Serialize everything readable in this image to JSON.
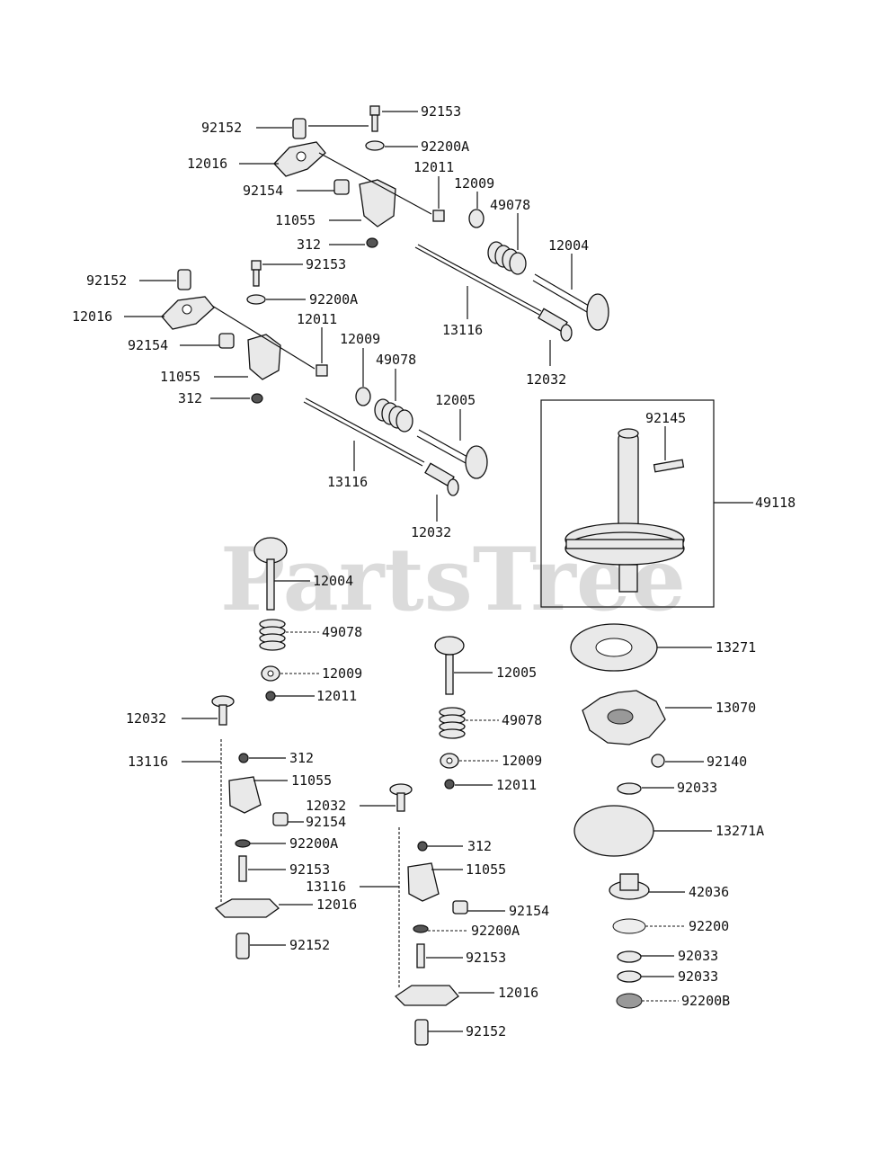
{
  "watermark": "PartsTree",
  "labels": [
    {
      "id": "l1",
      "text": "92153"
    },
    {
      "id": "l2",
      "text": "92152"
    },
    {
      "id": "l3",
      "text": "92200A"
    },
    {
      "id": "l4",
      "text": "12016"
    },
    {
      "id": "l5",
      "text": "12011"
    },
    {
      "id": "l6",
      "text": "12009"
    },
    {
      "id": "l7",
      "text": "92154"
    },
    {
      "id": "l8",
      "text": "49078"
    },
    {
      "id": "l9",
      "text": "11055"
    },
    {
      "id": "l10",
      "text": "12004"
    },
    {
      "id": "l11",
      "text": "312"
    },
    {
      "id": "l12",
      "text": "92153"
    },
    {
      "id": "l13",
      "text": "92152"
    },
    {
      "id": "l14",
      "text": "92200A"
    },
    {
      "id": "l15",
      "text": "12016"
    },
    {
      "id": "l16",
      "text": "13116"
    },
    {
      "id": "l17",
      "text": "12011"
    },
    {
      "id": "l18",
      "text": "12009"
    },
    {
      "id": "l19",
      "text": "92154"
    },
    {
      "id": "l20",
      "text": "49078"
    },
    {
      "id": "l21",
      "text": "12032"
    },
    {
      "id": "l22",
      "text": "11055"
    },
    {
      "id": "l23",
      "text": "12005"
    },
    {
      "id": "l24",
      "text": "312"
    },
    {
      "id": "l25",
      "text": "92145"
    },
    {
      "id": "l26",
      "text": "13116"
    },
    {
      "id": "l27",
      "text": "49118"
    },
    {
      "id": "l28",
      "text": "12032"
    },
    {
      "id": "l29",
      "text": "12004"
    },
    {
      "id": "l30",
      "text": "49078"
    },
    {
      "id": "l31",
      "text": "13271"
    },
    {
      "id": "l32",
      "text": "12005"
    },
    {
      "id": "l33",
      "text": "12009"
    },
    {
      "id": "l34",
      "text": "12011"
    },
    {
      "id": "l35",
      "text": "13070"
    },
    {
      "id": "l36",
      "text": "49078"
    },
    {
      "id": "l37",
      "text": "12032"
    },
    {
      "id": "l38",
      "text": "92140"
    },
    {
      "id": "l39",
      "text": "13116"
    },
    {
      "id": "l40",
      "text": "312"
    },
    {
      "id": "l41",
      "text": "12009"
    },
    {
      "id": "l42",
      "text": "11055"
    },
    {
      "id": "l43",
      "text": "12011"
    },
    {
      "id": "l44",
      "text": "92033"
    },
    {
      "id": "l45",
      "text": "12032"
    },
    {
      "id": "l46",
      "text": "92154"
    },
    {
      "id": "l47",
      "text": "13271A"
    },
    {
      "id": "l48",
      "text": "92200A"
    },
    {
      "id": "l49",
      "text": "312"
    },
    {
      "id": "l50",
      "text": "92153"
    },
    {
      "id": "l51",
      "text": "11055"
    },
    {
      "id": "l52",
      "text": "42036"
    },
    {
      "id": "l53",
      "text": "13116"
    },
    {
      "id": "l54",
      "text": "12016"
    },
    {
      "id": "l55",
      "text": "92154"
    },
    {
      "id": "l56",
      "text": "92200"
    },
    {
      "id": "l57",
      "text": "92152"
    },
    {
      "id": "l58",
      "text": "92200A"
    },
    {
      "id": "l59",
      "text": "92033"
    },
    {
      "id": "l60",
      "text": "92153"
    },
    {
      "id": "l61",
      "text": "92033"
    },
    {
      "id": "l62",
      "text": "12016"
    },
    {
      "id": "l63",
      "text": "92200B"
    },
    {
      "id": "l64",
      "text": "92152"
    }
  ]
}
